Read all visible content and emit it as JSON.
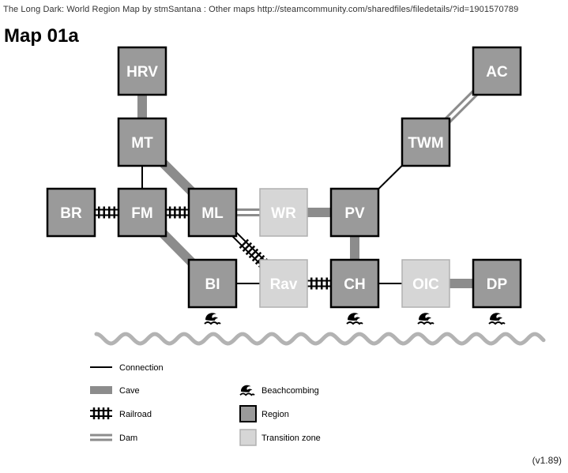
{
  "header": {
    "credit": "The Long Dark: World Region Map by stmSantana : Other maps http://steamcommunity.com/sharedfiles/filedetails/?id=1901570789",
    "title": "Map 01a"
  },
  "version": "(v1.89)",
  "colors": {
    "region_fill": "#9a9a9a",
    "transition_fill": "#d6d6d6",
    "transition_stroke": "#b0b0b0",
    "cave": "#8c8c8c",
    "connection": "#000000",
    "wave": "#b3b3b3"
  },
  "nodes": [
    {
      "id": "HRV",
      "label": "HRV",
      "kind": "region",
      "beach": false
    },
    {
      "id": "MT",
      "label": "MT",
      "kind": "region",
      "beach": false
    },
    {
      "id": "BR",
      "label": "BR",
      "kind": "region",
      "beach": false
    },
    {
      "id": "FM",
      "label": "FM",
      "kind": "region",
      "beach": false
    },
    {
      "id": "ML",
      "label": "ML",
      "kind": "region",
      "beach": false
    },
    {
      "id": "WR",
      "label": "WR",
      "kind": "transition",
      "beach": false
    },
    {
      "id": "PV",
      "label": "PV",
      "kind": "region",
      "beach": false
    },
    {
      "id": "TWM",
      "label": "TWM",
      "kind": "region",
      "beach": false
    },
    {
      "id": "AC",
      "label": "AC",
      "kind": "region",
      "beach": false
    },
    {
      "id": "BI",
      "label": "BI",
      "kind": "region",
      "beach": true
    },
    {
      "id": "Rav",
      "label": "Rav",
      "kind": "transition",
      "beach": false
    },
    {
      "id": "CH",
      "label": "CH",
      "kind": "region",
      "beach": true
    },
    {
      "id": "OIC",
      "label": "OIC",
      "kind": "transition",
      "beach": true
    },
    {
      "id": "DP",
      "label": "DP",
      "kind": "region",
      "beach": true
    }
  ],
  "links": [
    {
      "from": "HRV",
      "to": "MT",
      "type": "cave"
    },
    {
      "from": "MT",
      "to": "FM",
      "type": "connection"
    },
    {
      "from": "MT",
      "to": "ML",
      "type": "cave"
    },
    {
      "from": "BR",
      "to": "FM",
      "type": "railroad"
    },
    {
      "from": "FM",
      "to": "ML",
      "type": "railroad"
    },
    {
      "from": "FM",
      "to": "BI",
      "type": "cave"
    },
    {
      "from": "ML",
      "to": "WR",
      "type": "dam"
    },
    {
      "from": "ML",
      "to": "Rav",
      "type": "railroad"
    },
    {
      "from": "WR",
      "to": "PV",
      "type": "cave"
    },
    {
      "from": "PV",
      "to": "TWM",
      "type": "connection"
    },
    {
      "from": "TWM",
      "to": "AC",
      "type": "dam"
    },
    {
      "from": "PV",
      "to": "CH",
      "type": "cave"
    },
    {
      "from": "BI",
      "to": "Rav",
      "type": "connection"
    },
    {
      "from": "Rav",
      "to": "CH",
      "type": "railroad"
    },
    {
      "from": "CH",
      "to": "OIC",
      "type": "connection"
    },
    {
      "from": "OIC",
      "to": "DP",
      "type": "cave"
    }
  ],
  "legend": {
    "connection": "Connection",
    "cave": "Cave",
    "railroad": "Railroad",
    "dam": "Dam",
    "beachcombing": "Beachcombing",
    "region": "Region",
    "transition": "Transition zone"
  }
}
